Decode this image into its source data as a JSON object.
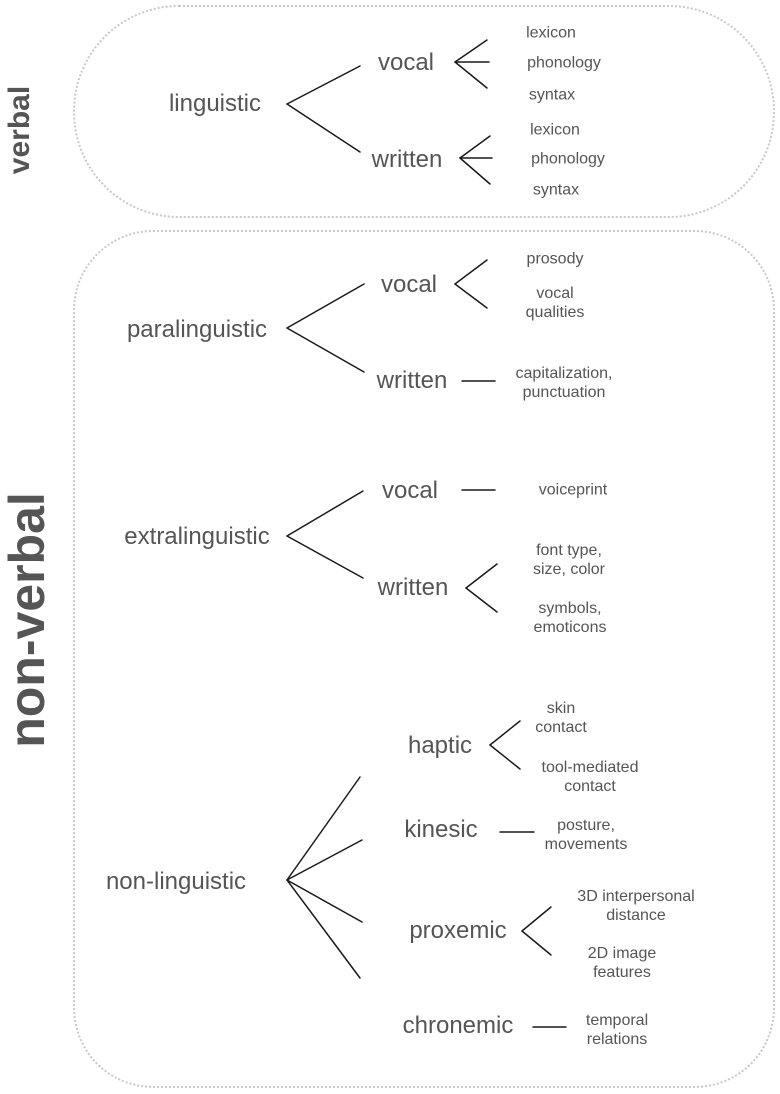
{
  "groups": {
    "verbal": "verbal",
    "nonverbal": "non-verbal"
  },
  "verbal": {
    "linguistic": {
      "label": "linguistic",
      "vocal": {
        "label": "vocal",
        "items": [
          "lexicon",
          "phonology",
          "syntax"
        ]
      },
      "written": {
        "label": "written",
        "items": [
          "lexicon",
          "phonology",
          "syntax"
        ]
      }
    }
  },
  "nonverbal": {
    "paralinguistic": {
      "label": "paralinguistic",
      "vocal": {
        "label": "vocal",
        "items": [
          "prosody",
          "vocal\nqualities"
        ]
      },
      "written": {
        "label": "written",
        "items": [
          "capitalization,\npunctuation"
        ]
      }
    },
    "extralinguistic": {
      "label": "extralinguistic",
      "vocal": {
        "label": "vocal",
        "items": [
          "voiceprint"
        ]
      },
      "written": {
        "label": "written",
        "items": [
          "font type,\nsize, color",
          "symbols,\nemoticons"
        ]
      }
    },
    "nonlinguistic": {
      "label": "non-linguistic",
      "haptic": {
        "label": "haptic",
        "items": [
          "skin\ncontact",
          "tool-mediated\ncontact"
        ]
      },
      "kinesic": {
        "label": "kinesic",
        "items": [
          "posture,\nmovements"
        ]
      },
      "proxemic": {
        "label": "proxemic",
        "items": [
          "3D interpersonal\ndistance",
          "2D image\nfeatures"
        ]
      },
      "chronemic": {
        "label": "chronemic",
        "items": [
          "temporal\nrelations"
        ]
      }
    }
  }
}
